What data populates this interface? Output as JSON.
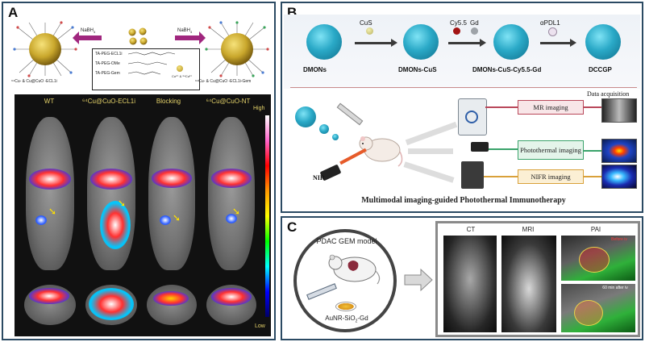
{
  "panelA": {
    "label": "A",
    "reagent_left": "NaBH",
    "reagent_left_sub": "4",
    "reagent_right": "NaBH",
    "reagent_right_sub": "4",
    "legend_items": [
      "TA-PEG-ECL1i",
      "TA-PEG-OMe",
      "TA-PEG-Gem",
      "Cu²⁺ & ⁶⁴Cu²⁺"
    ],
    "left_nanoparticle_label": "⁶⁴Cu- & Cu@CuO -ECL1i",
    "right_nanoparticle_label": "⁶⁴Cu- & Cu@CuO -ECL1i-Gem",
    "columns": [
      "WT",
      "⁶⁴Cu@CuO-ECL1i",
      "Blocking",
      "⁶⁴Cu@CuO-NT"
    ],
    "colorbar_high": "High",
    "colorbar_low": "Low"
  },
  "panelB": {
    "label": "B",
    "stages": [
      "DMONs",
      "DMONs-CuS",
      "DMONs-CuS-Cy5.5-Gd",
      "DCCGP"
    ],
    "reagents": [
      "CuS",
      "Cy5.5",
      "Gd",
      "αPDL1"
    ],
    "data_acquisition": "Data acquisition",
    "nir": "NIR",
    "modalities": [
      "MR imaging",
      "Photothermal imaging",
      "NIFR imaging"
    ],
    "caption": "Multimodal imaging-guided Photothermal Immunotherapy",
    "colors": {
      "mr_border": "#b9485a",
      "pt_border": "#3aa36b",
      "nifr_border": "#d9a13a"
    }
  },
  "panelC": {
    "label": "C",
    "model": "PDAC GEM model",
    "agent": "AuNR-SiO",
    "agent_sub": "2",
    "agent_suffix": "-Gd",
    "tiles": [
      "CT",
      "MRI",
      "PAI"
    ],
    "pai_top": "Before iv",
    "pai_bottom": "60 min after iv"
  }
}
